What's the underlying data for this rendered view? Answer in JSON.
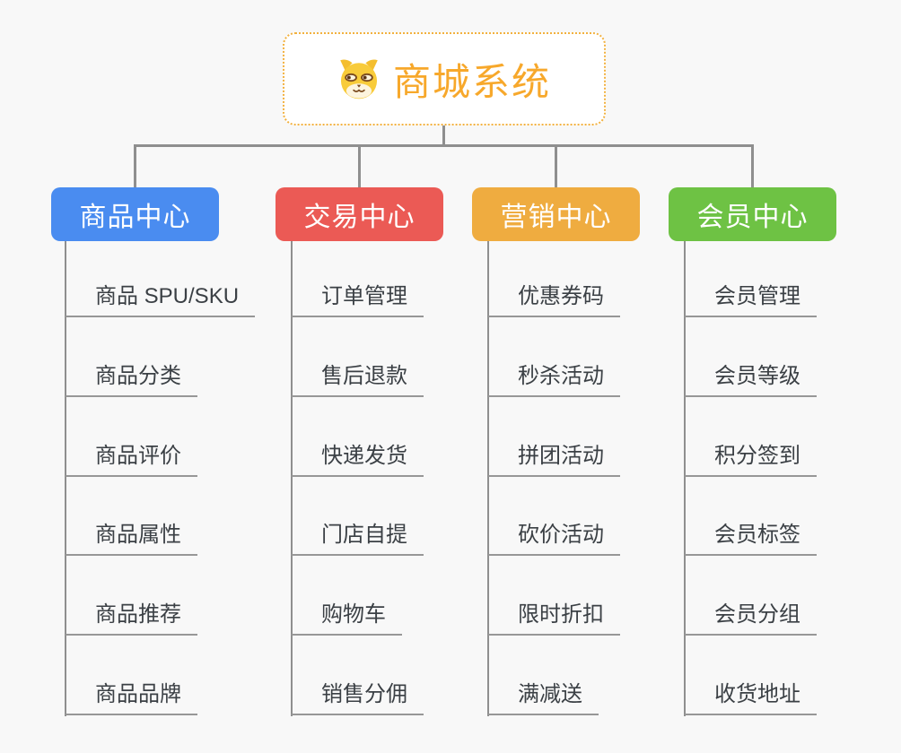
{
  "canvas": {
    "background": "#f8f8f8",
    "connector_color": "#8f8f8f"
  },
  "root": {
    "title": "商城系统",
    "icon": "dog-face-icon",
    "title_color": "#f7a82b",
    "border_color": "#f2b13f"
  },
  "branches": [
    {
      "label": "商品中心",
      "color": "#4a8cf0",
      "children": [
        "商品 SPU/SKU",
        "商品分类",
        "商品评价",
        "商品属性",
        "商品推荐",
        "商品品牌"
      ]
    },
    {
      "label": "交易中心",
      "color": "#eb5a55",
      "children": [
        "订单管理",
        "售后退款",
        "快递发货",
        "门店自提",
        "购物车",
        "销售分佣"
      ]
    },
    {
      "label": "营销中心",
      "color": "#efac40",
      "children": [
        "优惠券码",
        "秒杀活动",
        "拼团活动",
        "砍价活动",
        "限时折扣",
        "满减送"
      ]
    },
    {
      "label": "会员中心",
      "color": "#6ec244",
      "children": [
        "会员管理",
        "会员等级",
        "积分签到",
        "会员标签",
        "会员分组",
        "收货地址"
      ]
    }
  ]
}
